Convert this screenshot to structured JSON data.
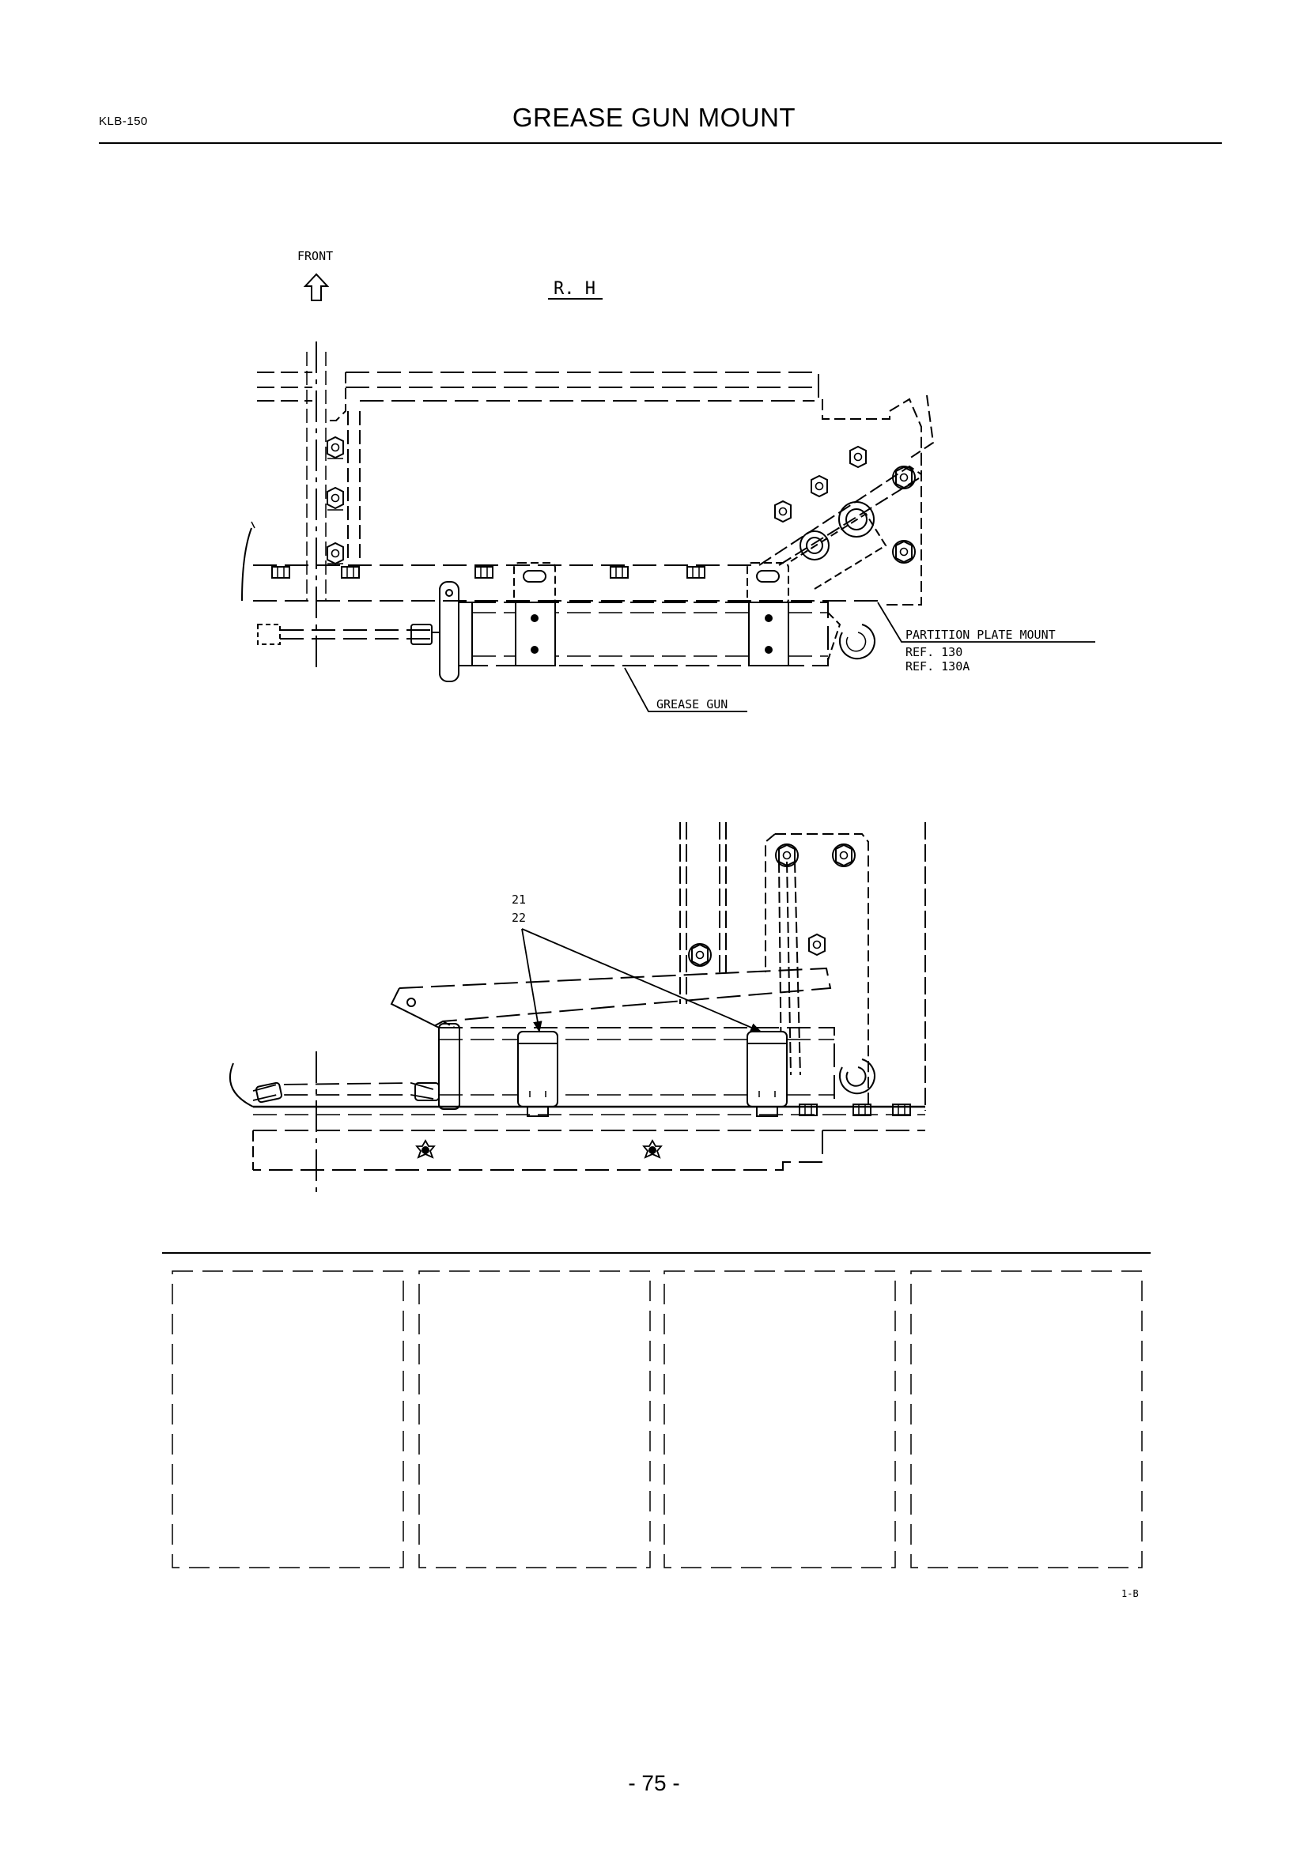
{
  "header": {
    "model_code": "KLB-150",
    "title": "GREASE GUN MOUNT"
  },
  "top_view": {
    "direction_label": "FRONT",
    "side_label": "R. H",
    "callouts": {
      "partition_plate_mount": "PARTITION PLATE MOUNT",
      "ref_1": "REF. 130",
      "ref_2": "REF. 130A",
      "grease_gun": "GREASE GUN"
    }
  },
  "side_view": {
    "part_numbers": [
      "21",
      "22"
    ]
  },
  "legend_boxes": {
    "count": 4,
    "drawing_code": "1-B"
  },
  "footer": {
    "page_number": "- 75 -"
  }
}
